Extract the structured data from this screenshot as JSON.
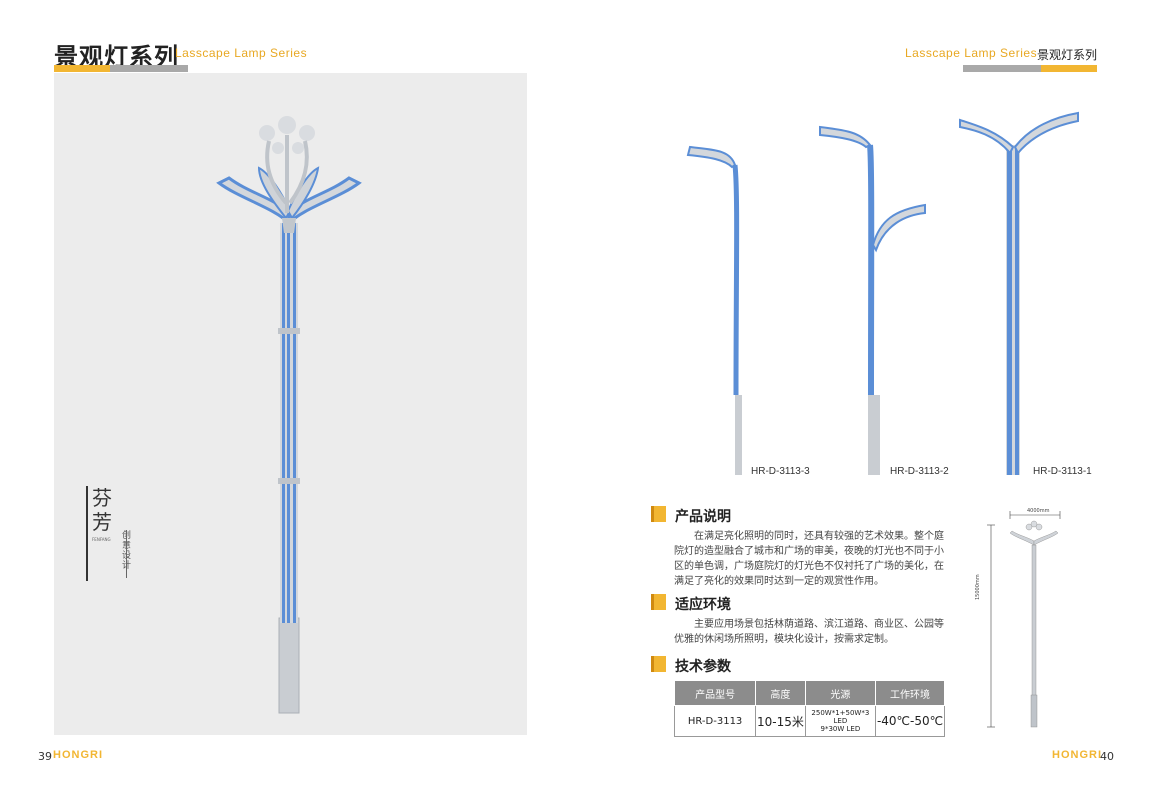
{
  "header": {
    "left_title_cn": "景观灯系列",
    "left_title_en": "Lasscape Lamp Series",
    "right_title_en": "Lasscape Lamp Series",
    "right_title_cn": "景观灯系列"
  },
  "left_page": {
    "logo_name": "芬芳",
    "logo_pinyin": "FENFANG",
    "logo_tagline": "创意设计"
  },
  "products": [
    {
      "model": "HR-D-3113-3"
    },
    {
      "model": "HR-D-3113-2"
    },
    {
      "model": "HR-D-3113-1"
    }
  ],
  "sections": {
    "description": {
      "title": "产品说明",
      "lines": [
        "在满足亮化照明的同时，还具有较强的艺术效果。整个庭",
        "院灯的造型融合了城市和广场的审美，夜晚的灯光也不同于小",
        "区的单色调，广场庭院灯的灯光色不仅衬托了广场的美化，在",
        "满足了亮化的效果同时达到一定的观赏性作用。"
      ]
    },
    "environment": {
      "title": "适应环境",
      "lines": [
        "主要应用场景包括林荫道路、滨江道路、商业区、公园等",
        "优雅的休闲场所照明，模块化设计，按需求定制。"
      ]
    },
    "specs": {
      "title": "技术参数",
      "headers": [
        "产品型号",
        "高度",
        "光源",
        "工作环境"
      ],
      "row": {
        "model": "HR-D-3113",
        "height": "10-15米",
        "light_line1": "250W*1+50W*3 LED",
        "light_line2": "9*30W LED",
        "env": "-40℃-50℃"
      }
    }
  },
  "dimension": {
    "width": "4000mm",
    "height": "15000mm"
  },
  "footer": {
    "left_page_num": "39",
    "left_brand": "HONGRI",
    "right_brand": "HONGRI",
    "right_page_num": "40"
  },
  "colors": {
    "accent_yellow": "#f2b632",
    "bar_gray": "#a9a9a9",
    "lamp_blue": "#5b8ed6",
    "pole_gray": "#c9cdd2"
  }
}
